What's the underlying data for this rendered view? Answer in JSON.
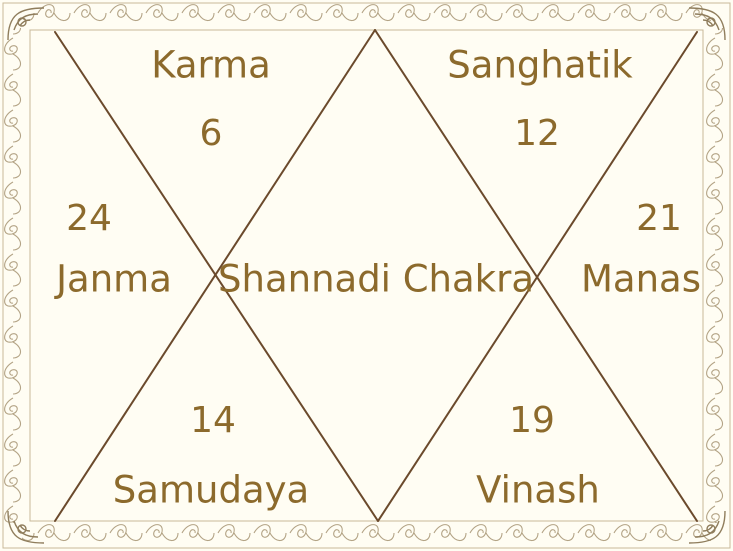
{
  "center_title": "Shannadi Chakra",
  "houses": {
    "karma": {
      "name": "Karma",
      "value": "6"
    },
    "sanghatik": {
      "name": "Sanghatik",
      "value": "12"
    },
    "janma": {
      "name": "Janma",
      "value": "24"
    },
    "manas": {
      "name": "Manas",
      "value": "21"
    },
    "samudaya": {
      "name": "Samudaya",
      "value": "14"
    },
    "vinash": {
      "name": "Vinash",
      "value": "19"
    }
  },
  "colors": {
    "background": "#fffdf3",
    "text": "#8c6a2c",
    "lines": "#6b4a2c",
    "border_ornament": "#a89676"
  },
  "decoration": "ornamental-scroll-border"
}
